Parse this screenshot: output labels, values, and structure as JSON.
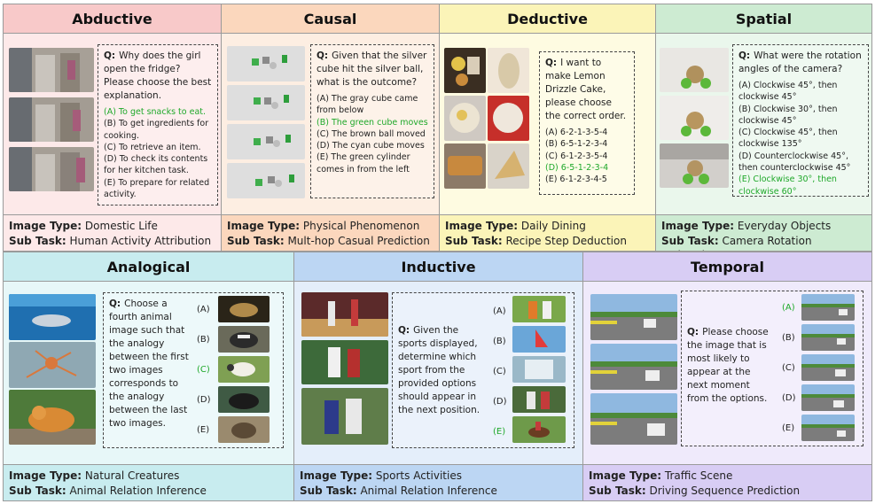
{
  "panels": {
    "abductive": {
      "title": "Abductive",
      "question": "Why does the girl open the fridge? Please choose the best explanation.",
      "options": [
        {
          "text": "(A) To get snacks to eat.",
          "correct": true
        },
        {
          "text": "(B) To get ingredients for cooking.",
          "correct": false
        },
        {
          "text": "(C) To retrieve an item.",
          "correct": false
        },
        {
          "text": "(D) To check its contents for her kitchen task.",
          "correct": false
        },
        {
          "text": "(E) To prepare for related activity.",
          "correct": false
        }
      ],
      "image_type": "Domestic Life",
      "sub_task": "Human Activity Attribution"
    },
    "causal": {
      "title": "Causal",
      "question": "Given that the silver cube hit the silver ball, what is the outcome?",
      "options": [
        {
          "text": "(A) The gray cube came from below",
          "correct": false
        },
        {
          "text": "(B) The green cube moves",
          "correct": true
        },
        {
          "text": "(C) The brown ball moved",
          "correct": false
        },
        {
          "text": "(D) The cyan cube moves",
          "correct": false
        },
        {
          "text": "(E) The green cylinder comes in from the left",
          "correct": false
        }
      ],
      "image_type": "Physical Phenomenon",
      "sub_task": "Mult-hop Casual Prediction"
    },
    "deductive": {
      "title": "Deductive",
      "question": "I want to make Lemon Drizzle Cake, please choose the correct order.",
      "options": [
        {
          "text": "(A) 6-2-1-3-5-4",
          "correct": false
        },
        {
          "text": "(B) 6-5-1-2-3-4",
          "correct": false
        },
        {
          "text": "(C) 6-1-2-3-5-4",
          "correct": false
        },
        {
          "text": "(D) 6-5-1-2-3-4",
          "correct": true
        },
        {
          "text": "(E) 6-1-2-3-4-5",
          "correct": false
        }
      ],
      "image_type": "Daily Dining",
      "sub_task": "Recipe Step Deduction"
    },
    "spatial": {
      "title": "Spatial",
      "question": "What were the rotation angles of the camera?",
      "options": [
        {
          "text": "(A) Clockwise 45°, then clockwise 45°",
          "correct": false
        },
        {
          "text": "(B) Clockwise 30°, then clockwise 45°",
          "correct": false
        },
        {
          "text": "(C) Clockwise 45°, then clockwise 135°",
          "correct": false
        },
        {
          "text": "(D) Counterclockwise 45°, then counterclockwise 45°",
          "correct": false
        },
        {
          "text": "(E) Clockwise 30°, then clockwise 60°",
          "correct": true
        }
      ],
      "image_type": "Everyday Objects",
      "sub_task": "Camera Rotation Estimation"
    },
    "analogical": {
      "title": "Analogical",
      "question": "Choose a fourth animal image such that the analogy between the first two images corresponds to the analogy between the last two images.",
      "labels": [
        {
          "text": "(A)",
          "correct": false
        },
        {
          "text": "(B)",
          "correct": false
        },
        {
          "text": "(C)",
          "correct": true
        },
        {
          "text": "(D)",
          "correct": false
        },
        {
          "text": "(E)",
          "correct": false
        }
      ],
      "image_type": "Natural Creatures",
      "sub_task": "Animal Relation Inference"
    },
    "inductive": {
      "title": "Inductive",
      "question": "Given the sports displayed, determine which sport from the provided options should appear in the next position.",
      "labels": [
        {
          "text": "(A)",
          "correct": false
        },
        {
          "text": "(B)",
          "correct": false
        },
        {
          "text": "(C)",
          "correct": false
        },
        {
          "text": "(D)",
          "correct": false
        },
        {
          "text": "(E)",
          "correct": true
        }
      ],
      "image_type": "Sports Activities",
      "sub_task": "Animal Relation Inference"
    },
    "temporal": {
      "title": "Temporal",
      "question": "Please choose the image that is most likely to appear at the next moment from the options.",
      "labels": [
        {
          "text": "(A)",
          "correct": true
        },
        {
          "text": "(B)",
          "correct": false
        },
        {
          "text": "(C)",
          "correct": false
        },
        {
          "text": "(D)",
          "correct": false
        },
        {
          "text": "(E)",
          "correct": false
        }
      ],
      "image_type": "Traffic Scene",
      "sub_task": "Driving Sequence Prediction"
    }
  },
  "common": {
    "q_prefix": "Q:",
    "image_type_label": "Image Type:",
    "sub_task_label": "Sub Task:"
  },
  "colors": {
    "abductive_hdr": "#f8c9c9",
    "abductive_bg": "#fde9e9",
    "causal_hdr": "#fbd7bd",
    "causal_bg": "#fdeee2",
    "deductive_hdr": "#fbf4b8",
    "deductive_bg": "#fefbe1",
    "spatial_hdr": "#cdebd2",
    "spatial_bg": "#eaf7ec",
    "analogical_hdr": "#c8ecef",
    "analogical_bg": "#e7f7f8",
    "inductive_hdr": "#bcd6f3",
    "inductive_bg": "#e4eefa",
    "temporal_hdr": "#d8cdf4",
    "temporal_bg": "#efeafb",
    "correct": "#1fa82a"
  }
}
